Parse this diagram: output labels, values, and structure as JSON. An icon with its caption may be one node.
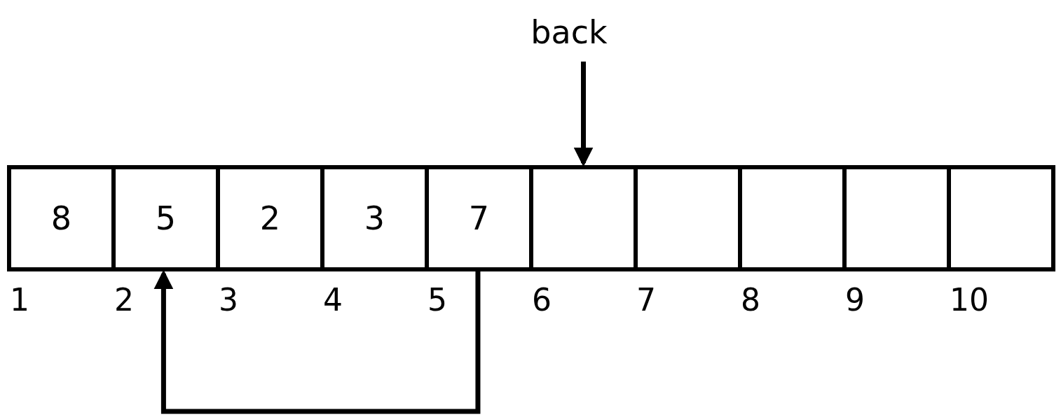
{
  "diagram": {
    "nodes": [
      {
        "text": [
          "back"
        ]
      },
      {
        "text": [
          "8"
        ]
      },
      {
        "text": [
          "5"
        ]
      },
      {
        "text": [
          "2"
        ]
      },
      {
        "text": [
          "3"
        ]
      },
      {
        "text": [
          "7"
        ]
      },
      {
        "text": [],
        "shape": "box"
      },
      {
        "text": [],
        "shape": "box"
      },
      {
        "text": [],
        "shape": "box"
      },
      {
        "text": [],
        "shape": "box"
      },
      {
        "text": [],
        "shape": "box"
      }
    ],
    "edges": [
      {
        "from": 0,
        "to": 6,
        "arrow": "to"
      },
      {
        "from": 5,
        "to": 2,
        "arrow": "to"
      }
    ],
    "labels": [
      "1",
      "2",
      "3",
      "4",
      "5",
      "6",
      "7",
      "8",
      "9",
      "10"
    ]
  }
}
